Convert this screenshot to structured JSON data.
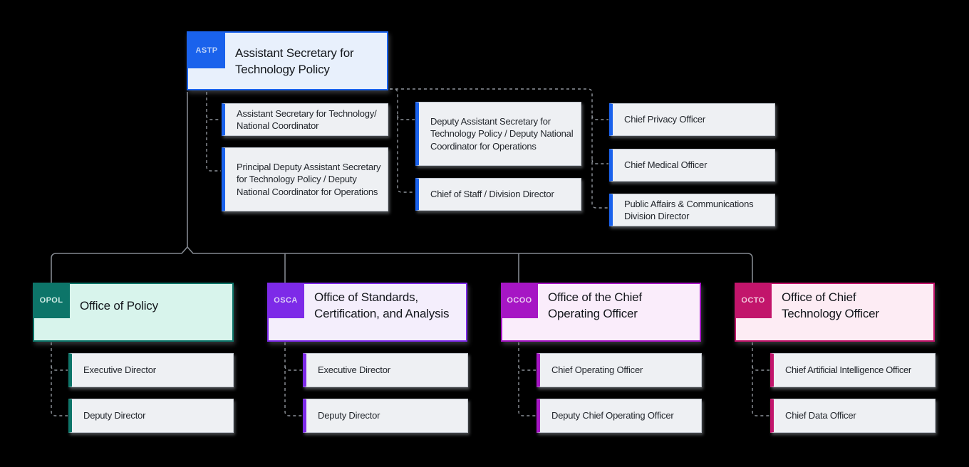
{
  "diagram": {
    "root": {
      "badge": "ASTP",
      "title": "Assistant Secretary for Technology Policy"
    },
    "root_staff_left": [
      "Assistant Secretary for Technology/ National Coordinator",
      "Principal Deputy Assistant Secretary for Technology Policy / Deputy National Coordinator for Operations"
    ],
    "root_staff_middle": [
      "Deputy Assistant Secretary for Technology Policy / Deputy National Coordinator for Operations",
      "Chief of Staff / Division Director"
    ],
    "root_staff_right": [
      "Chief Privacy Officer",
      "Chief Medical Officer",
      "Public Affairs & Communications Division Director"
    ],
    "offices": [
      {
        "badge": "OPOL",
        "title": "Office of Policy",
        "children": [
          "Executive Director",
          "Deputy Director"
        ]
      },
      {
        "badge": "OSCA",
        "title": "Office of Standards, Certification, and Analysis",
        "children": [
          "Executive Director",
          "Deputy Director"
        ]
      },
      {
        "badge": "OCOO",
        "title": "Office of the Chief Operating Officer",
        "children": [
          "Chief Operating Officer",
          "Deputy Chief Operating Officer"
        ]
      },
      {
        "badge": "OCTO",
        "title": "Office of Chief Technology Officer",
        "children": [
          "Chief Artificial Intelligence Officer",
          "Chief Data Officer"
        ]
      }
    ],
    "colors": {
      "background": "#000000",
      "connector": "#83888f",
      "root_accent": "#1a62ec",
      "opol_accent": "#0d7569",
      "osca_accent": "#7d2ae8",
      "ocoo_accent": "#a616c4",
      "octo_accent": "#c2156b"
    }
  }
}
